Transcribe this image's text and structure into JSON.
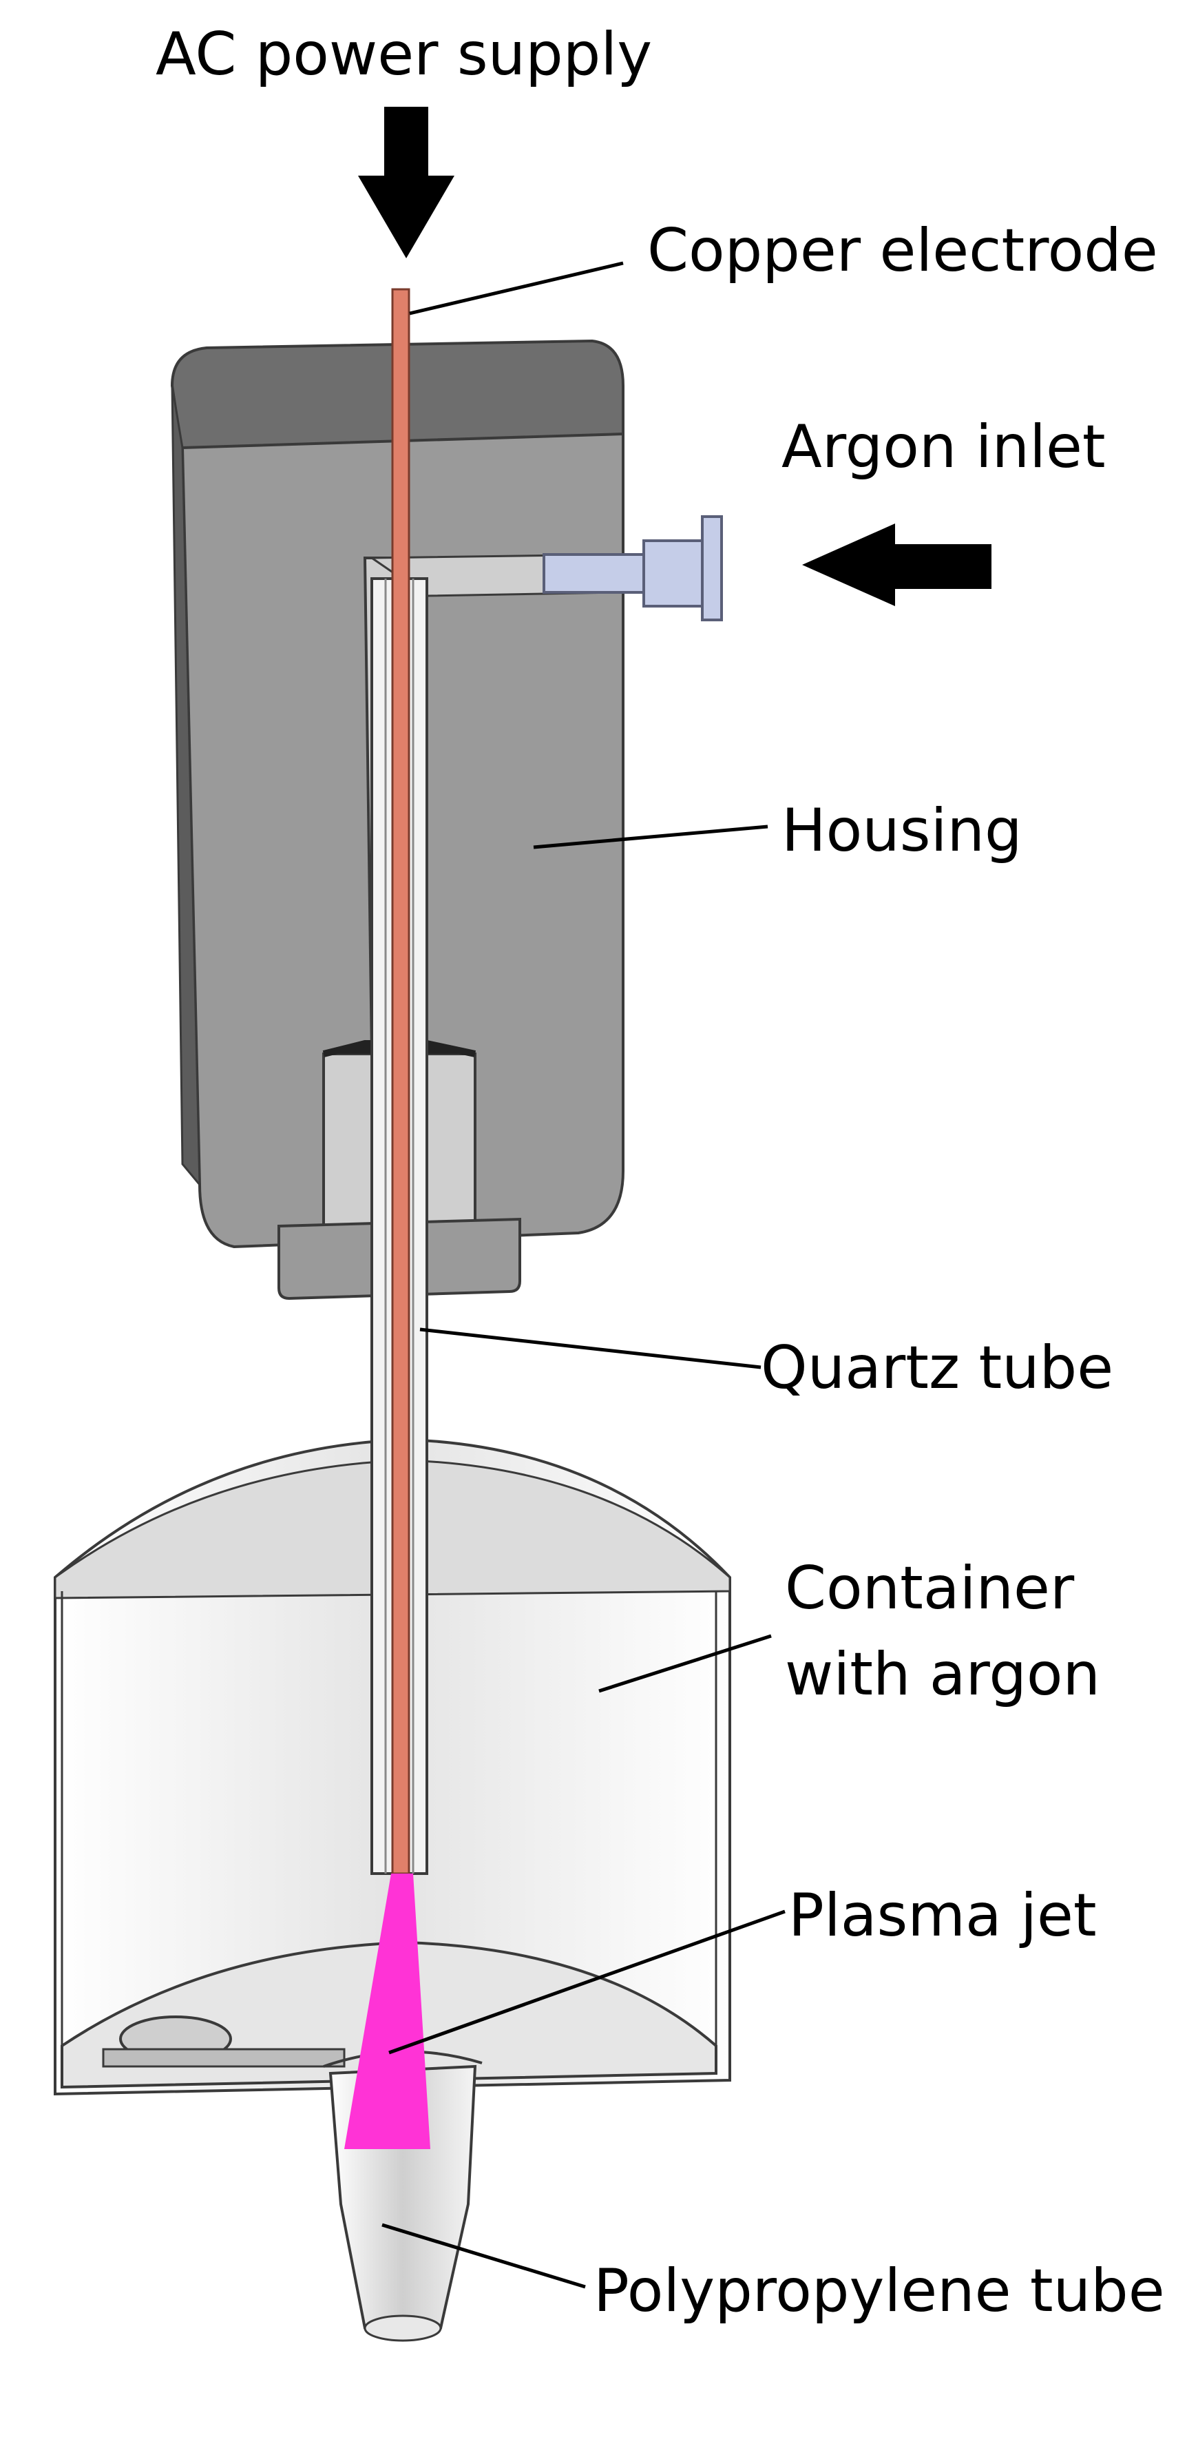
{
  "labels": {
    "ac_power_supply": "AC power supply",
    "copper_electrode": "Copper electrode",
    "argon_inlet": "Argon inlet",
    "housing": "Housing",
    "quartz_tube": "Quartz tube",
    "container_line1": "Container",
    "container_line2": "with argon",
    "plasma_jet": "Plasma jet",
    "polypropylene_tube": "Polypropylene tube"
  },
  "colors": {
    "housing": "#9a9a9a",
    "housing_dark": "#6e6e6e",
    "copper": "#e0806a",
    "plasma": "#ff33d6",
    "inlet_fitting": "#c5cde8",
    "container": "#dcdcdc"
  }
}
